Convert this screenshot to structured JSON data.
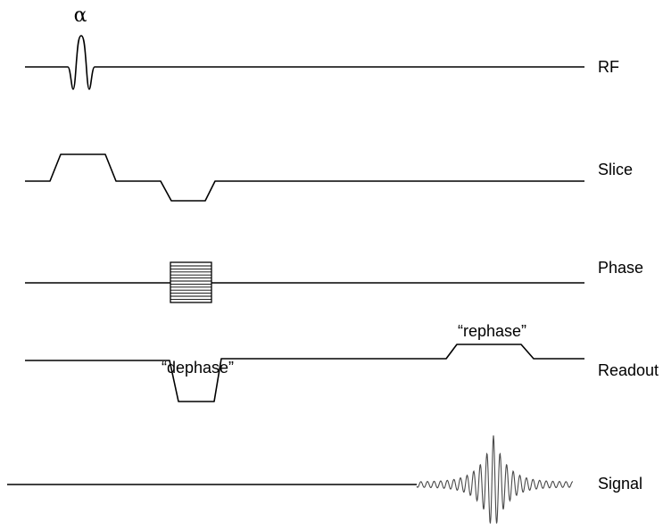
{
  "flip_angle_symbol": "α",
  "rows": {
    "rf": "RF",
    "slice": "Slice",
    "phase": "Phase",
    "readout": "Readout",
    "signal": "Signal"
  },
  "annotations": {
    "dephase": "“dephase”",
    "rephase": "“rephase”"
  }
}
